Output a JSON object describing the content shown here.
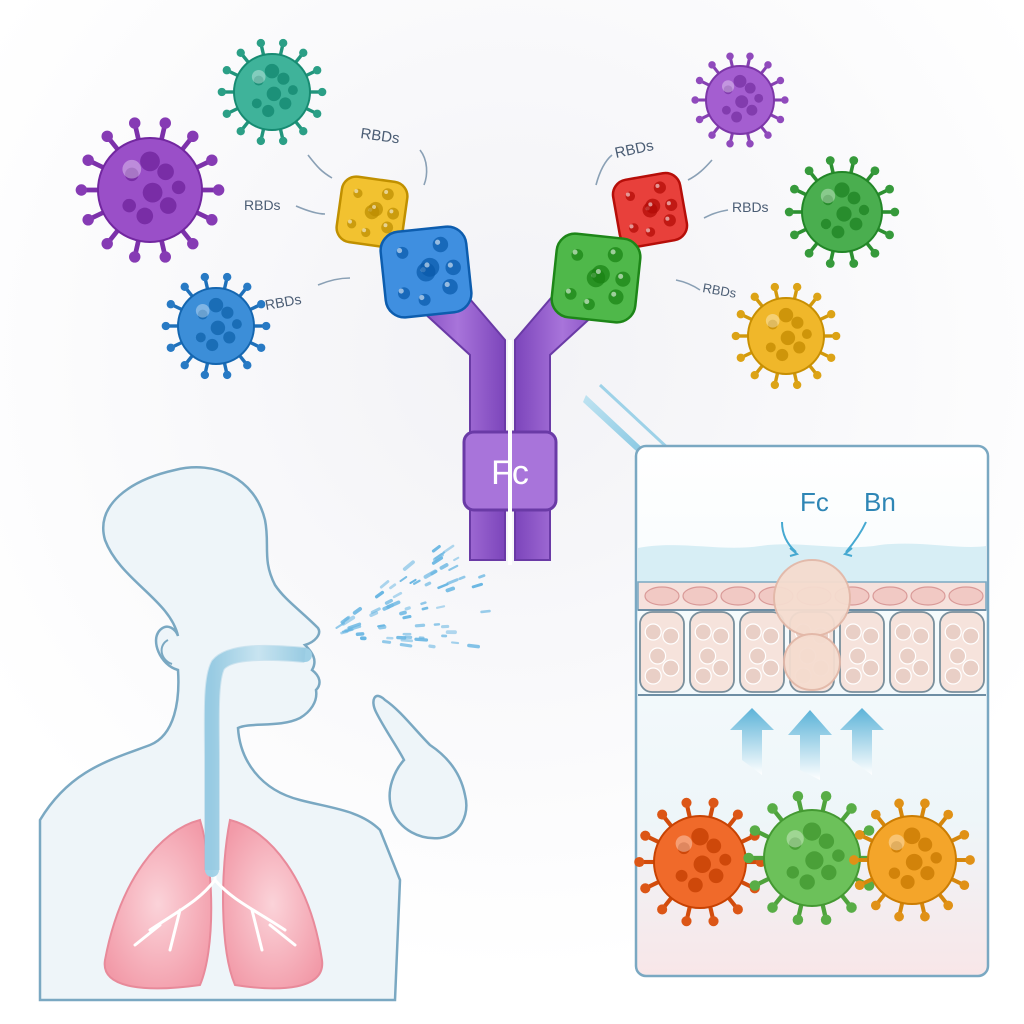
{
  "antibody": {
    "fc_label": "Fc",
    "colors": {
      "body": "#8f55cc",
      "body_dark": "#6a3aa6",
      "fc_box": "#a874da"
    }
  },
  "rbd_labels": {
    "top_left": "RBDs",
    "mid_left": "RBDs",
    "low_left": "RBDs",
    "top_right": "RBDs",
    "mid_right": "RBDs",
    "low_right": "RBDs"
  },
  "domains": {
    "left_outer": "#f2c230",
    "left_inner": "#3f8fe0",
    "right_outer": "#e8403b",
    "right_inner": "#4fb84a"
  },
  "viruses": [
    {
      "id": "virus-teal",
      "color": "#3fb39a"
    },
    {
      "id": "virus-purple-left",
      "color": "#9a4fc8"
    },
    {
      "id": "virus-blue",
      "color": "#3c8ed8"
    },
    {
      "id": "virus-purple-right",
      "color": "#a45ed0"
    },
    {
      "id": "virus-green",
      "color": "#4aae4f"
    },
    {
      "id": "virus-yellow",
      "color": "#f0b72a"
    }
  ],
  "inset": {
    "fc_label": "Fc",
    "bn_label": "Bn",
    "colors": {
      "mucus": "#d7eef5",
      "cells": "#f5dcd2",
      "arrow": "#46a9d1"
    },
    "bottom_viruses": [
      {
        "id": "inset-virus-orange",
        "color": "#f06a2a"
      },
      {
        "id": "inset-virus-green",
        "color": "#6cc15a"
      },
      {
        "id": "inset-virus-amber",
        "color": "#f4a52a"
      }
    ]
  },
  "person": {
    "outline_color": "#7aa8c2",
    "lung_color": "#f4a8b3",
    "spray_color": "#6ab7e3"
  }
}
